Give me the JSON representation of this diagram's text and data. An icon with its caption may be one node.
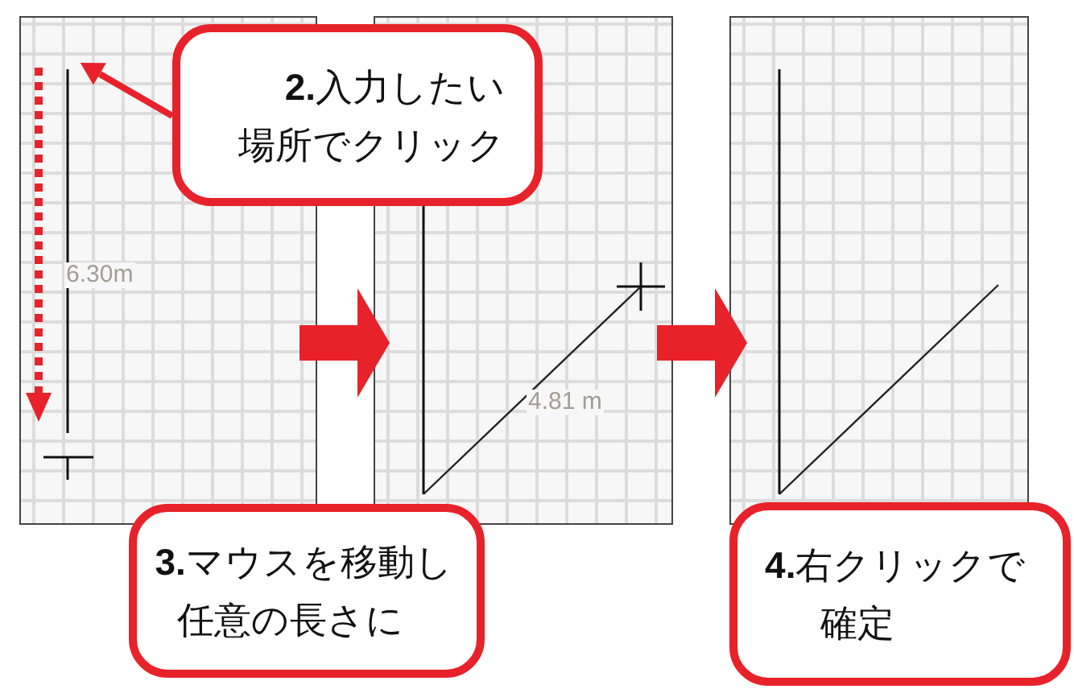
{
  "diagram": {
    "nodes": [
      {
        "text": [],
        "shape": "picture"
      },
      {
        "text": [],
        "shape": "picture"
      },
      {
        "text": [],
        "shape": "picture"
      },
      {
        "text": [
          "**2.**入力したい場所でクリック"
        ]
      },
      {
        "text": [
          "**3.**マウスを移動し任意の長さに"
        ]
      },
      {
        "text": [
          "**4.**右クリックで確定"
        ]
      }
    ],
    "edges": [
      {
        "from": 3,
        "to": 0,
        "arrow": "to"
      },
      {
        "from": 0,
        "to": 1,
        "arrow": "to"
      },
      {
        "from": 1,
        "to": 2,
        "arrow": "to"
      }
    ],
    "labels": [
      "6.30m",
      "4.81 m"
    ]
  }
}
